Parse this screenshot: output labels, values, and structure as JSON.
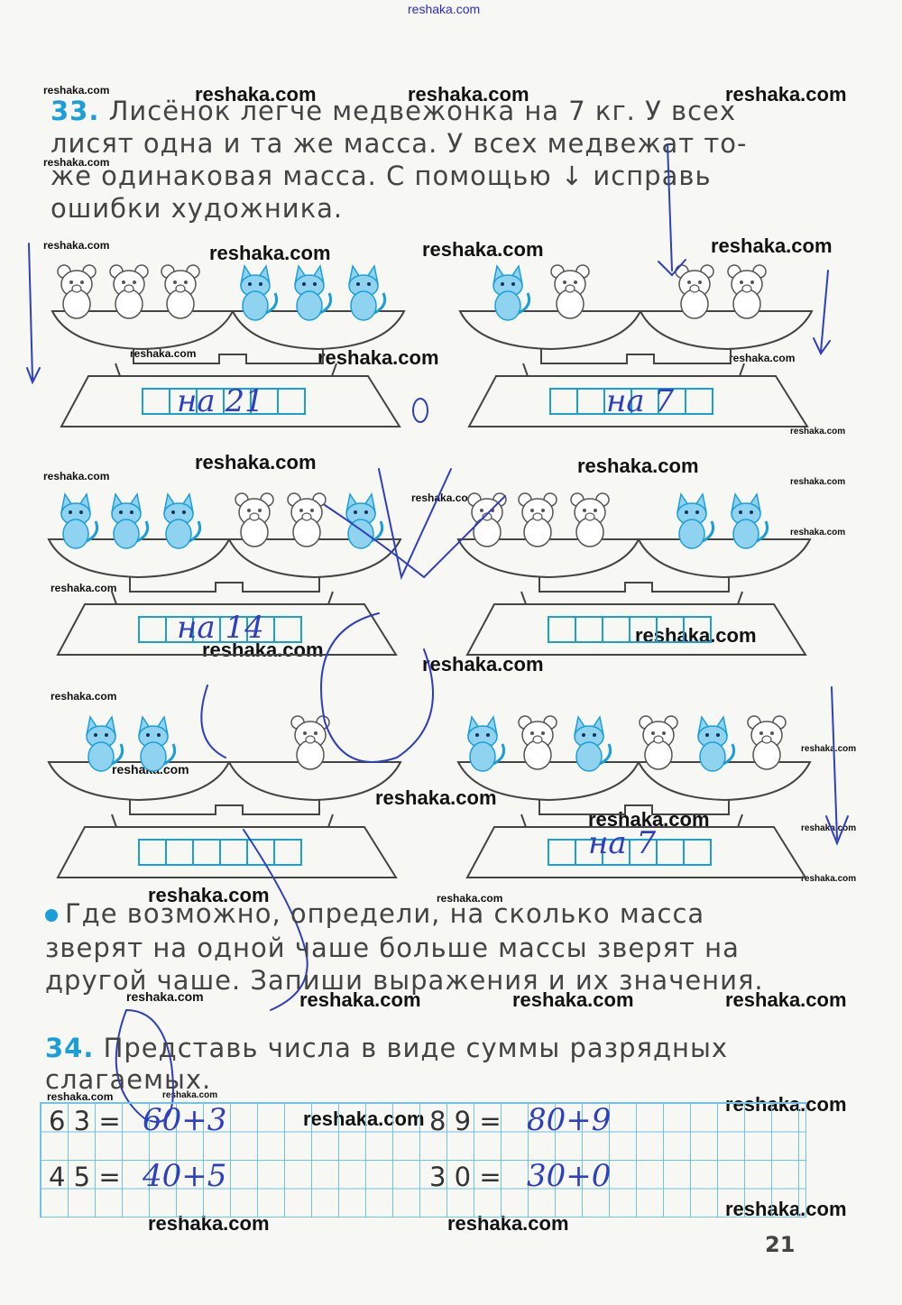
{
  "page_number": "21",
  "task33": {
    "number": "33.",
    "lines": [
      "Лисёнок легче медвежонка на 7 кг. У всех",
      "лисят одна и та же масса. У всех медвежат то-",
      "же одинаковая масса. С помощью ↓ исправь",
      "ошибки художника."
    ],
    "question_lines": [
      "Где возможно, определи, на сколько масса",
      "зверят на одной чаше больше массы зверят на",
      "другой чаше. Запиши выражения и их значения."
    ]
  },
  "task34": {
    "number": "34.",
    "lines": [
      "Представь числа в виде суммы разрядных",
      "слагаемых."
    ],
    "equations": [
      {
        "expr": "6 3 =",
        "answer": "60+3"
      },
      {
        "expr": "4 5 =",
        "answer": "40+5"
      },
      {
        "expr": "8 9 =",
        "answer": "80+9"
      },
      {
        "expr": "3 0 =",
        "answer": "30+0"
      }
    ]
  },
  "scale_answers": [
    "на 21",
    "на 7",
    "на 14",
    "",
    "",
    "на 7"
  ],
  "handwriting_mark": "0",
  "watermark": "reshaka.com",
  "colors": {
    "accent_blue": "#1a9fd8",
    "ink": "#2e3fbf"
  }
}
